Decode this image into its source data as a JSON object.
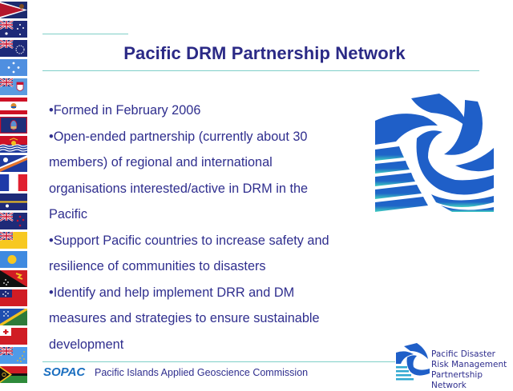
{
  "slide": {
    "title": "Pacific DRM Partnership Network",
    "bullets": [
      "•Formed in February 2006",
      "•Open-ended partnership (currently about 30 members) of regional and international organisations interested/active in DRM in the Pacific",
      "•Support Pacific countries to increase safety and resilience of communities to disasters",
      "•Identify and help implement DRR and DM measures and strategies to ensure sustainable development"
    ],
    "bullet_lines": [
      "•Formed in February 2006",
      "•Open-ended partnership (currently about 30",
      "members) of regional and international",
      "organisations interested/active in DRM in the",
      "Pacific",
      "•Support Pacific countries to increase safety and",
      "resilience of communities to disasters",
      "•Identify and help implement DRR and DM",
      "measures and strategies to ensure sustainable",
      "development"
    ]
  },
  "footer": {
    "org_abbrev": "SOPAC",
    "org_name": "Pacific Islands Applied Geoscience Commission",
    "network_logo_lines": [
      "Pacific Disaster",
      "Risk Management",
      "Partnertship Network"
    ]
  },
  "flags": [
    "american-samoa",
    "australia",
    "cook-islands",
    "micronesia",
    "fiji",
    "french-polynesia",
    "guam",
    "kiribati",
    "marshall-islands",
    "france",
    "nauru",
    "new-zealand",
    "niue",
    "palau",
    "papua-new-guinea",
    "samoa",
    "solomon-islands",
    "tonga",
    "tuvalu",
    "vanuatu"
  ],
  "colors": {
    "title": "#2b2a86",
    "body_text": "#2f2e8e",
    "rule": "#7fcfc8",
    "sopac": "#1b6fc0",
    "logo_blue": "#1f5fc8",
    "logo_teal": "#3cc6c0"
  }
}
